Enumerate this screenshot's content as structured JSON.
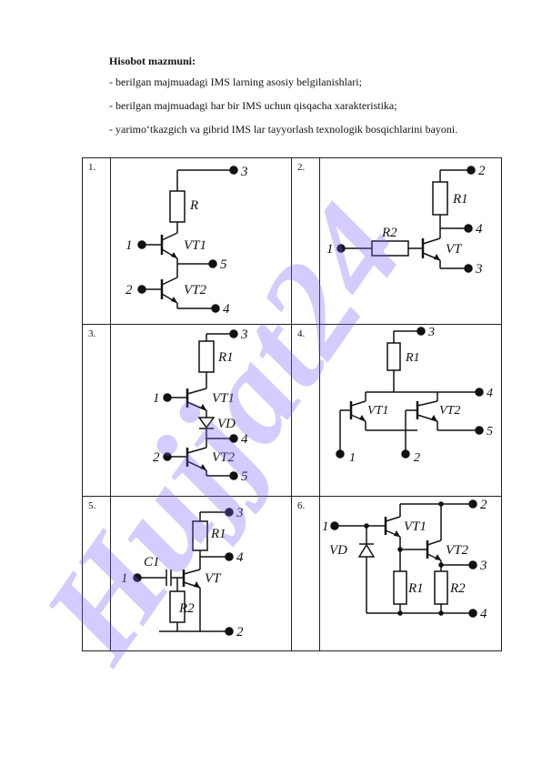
{
  "report": {
    "heading": "Hisobot mazmuni:",
    "items": [
      "- berilgan majmuadagi IMS larning asosiy belgilanishlari;",
      "- berilgan majmuadagi har bir IMS uchun qisqacha xarakteristika;",
      "- yarimo‘tkazgich va gibrid IMS lar tayyorlash texnologik bosqichlarini bayoni."
    ]
  },
  "circuits": [
    {
      "number": "1.",
      "labels": {
        "t3": "3",
        "r": "R",
        "t1": "1",
        "vt1": "VT1",
        "t5": "5",
        "t2": "2",
        "vt2": "VT2",
        "t4": "4"
      }
    },
    {
      "number": "2.",
      "labels": {
        "t2": "2",
        "r1": "R1",
        "t4": "4",
        "r2": "R2",
        "t1": "1",
        "vt": "VT",
        "t3": "3"
      }
    },
    {
      "number": "3.",
      "labels": {
        "t3": "3",
        "r1": "R1",
        "t1": "1",
        "vt1": "VT1",
        "vd": "VD",
        "t4": "4",
        "t2": "2",
        "vt2": "VT2",
        "t5": "5"
      }
    },
    {
      "number": "4.",
      "labels": {
        "t3": "3",
        "r1": "R1",
        "vt1": "VT1",
        "vt2": "VT2",
        "t4": "4",
        "t5": "5",
        "t1": "1",
        "t2": "2"
      }
    },
    {
      "number": "5.",
      "labels": {
        "t3": "3",
        "r1": "R1",
        "t4": "4",
        "c1": "C1",
        "t1": "1",
        "vt": "VT",
        "r2": "R2",
        "t2": "2"
      }
    },
    {
      "number": "6.",
      "labels": {
        "t2": "2",
        "t1": "1",
        "vt1": "VT1",
        "vd": "VD",
        "vt2": "VT2",
        "t3": "3",
        "r1": "R1",
        "r2": "R2",
        "t4": "4"
      }
    }
  ],
  "watermark": {
    "text": "Hujjat24",
    "color": "#7b5cff"
  }
}
